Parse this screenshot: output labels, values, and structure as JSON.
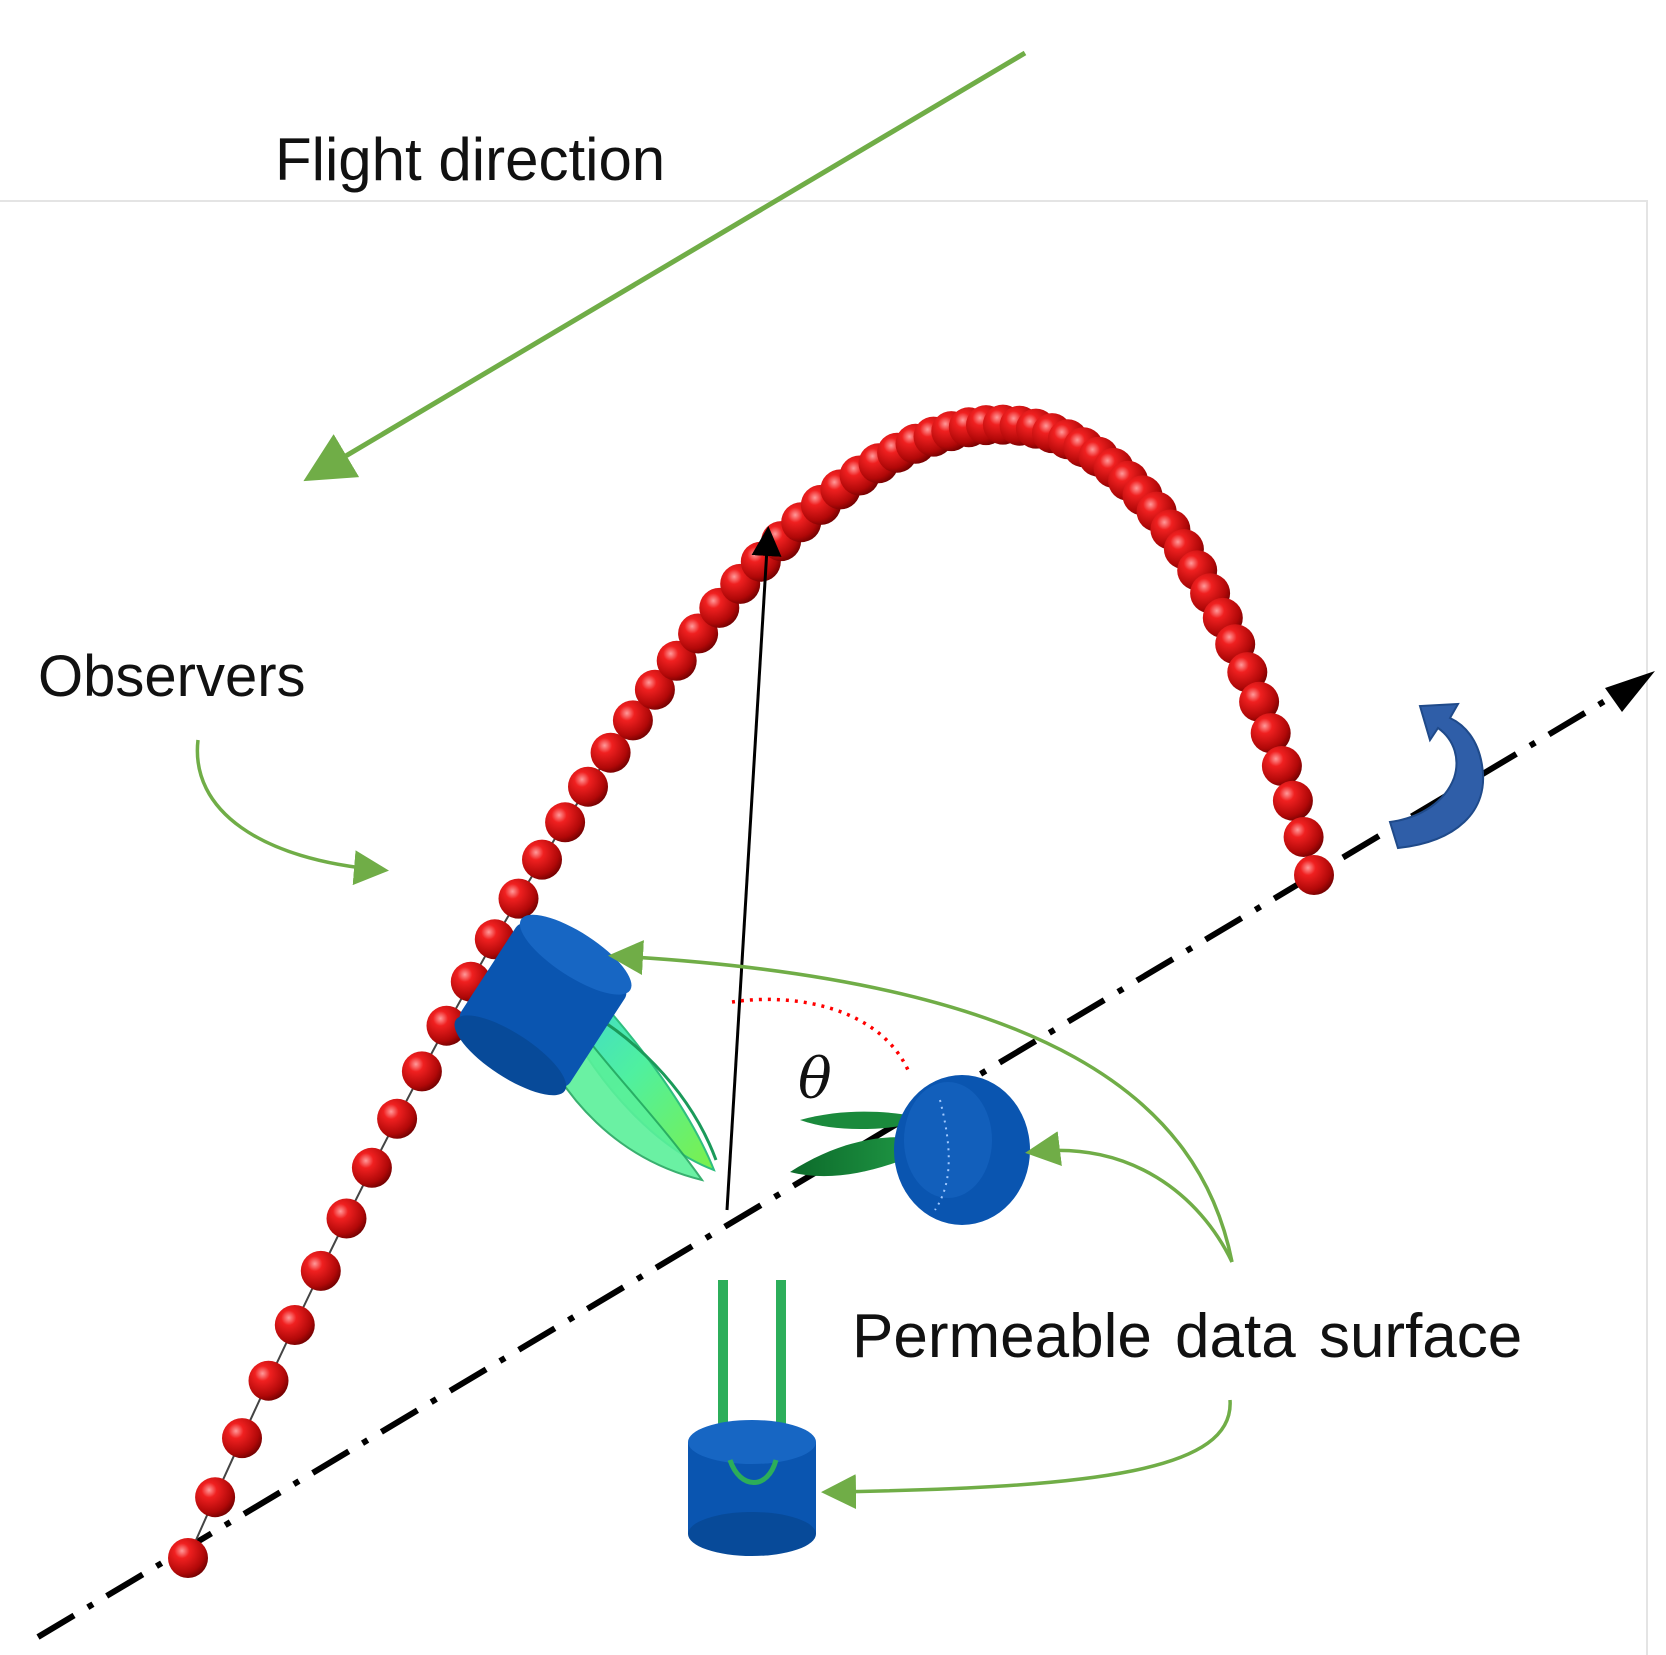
{
  "labels": {
    "flight_direction": "Flight direction",
    "observers": "Observers",
    "permeable_surface": "Permeable data surface",
    "theta": "θ"
  },
  "colors": {
    "observer_sphere": "#d01010",
    "observer_highlight": "#ff8a8a",
    "annotation_arrow": "#70ad47",
    "rotation_arrow": "#2f5ea8",
    "hub": "#0a55b0",
    "blade_light": "#3fe8a6",
    "blade_dark": "#13803a",
    "theta_arc": "#ff0000",
    "axis": "#000000"
  },
  "icons": {
    "rotation": "curved-rotation-arrow-icon",
    "observers": "sphere-icon"
  }
}
